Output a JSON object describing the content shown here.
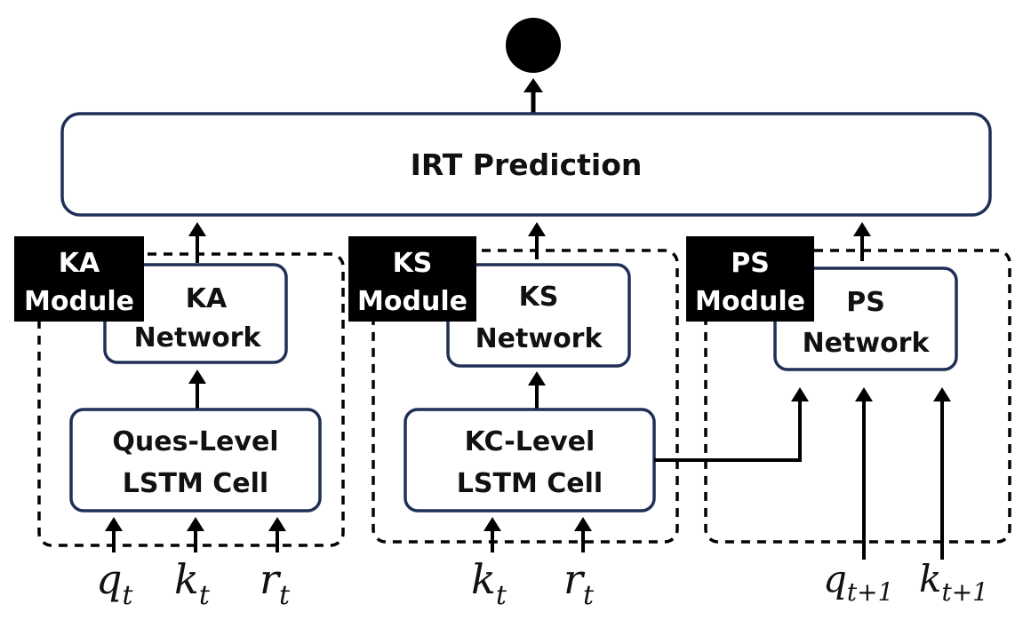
{
  "output": {
    "name": "prediction-output"
  },
  "irt": {
    "label": "IRT Prediction"
  },
  "modules": {
    "ka": {
      "tag_line1": "KA",
      "tag_line2": "Module",
      "network_line1": "KA",
      "network_line2": "Network",
      "cell_line1": "Ques-Level",
      "cell_line2": "LSTM Cell"
    },
    "ks": {
      "tag_line1": "KS",
      "tag_line2": "Module",
      "network_line1": "KS",
      "network_line2": "Network",
      "cell_line1": "KC-Level",
      "cell_line2": "LSTM Cell"
    },
    "ps": {
      "tag_line1": "PS",
      "tag_line2": "Module",
      "network_line1": "PS",
      "network_line2": "Network"
    }
  },
  "inputs": {
    "ka": [
      {
        "base": "q",
        "sub": "t"
      },
      {
        "base": "k",
        "sub": "t"
      },
      {
        "base": "r",
        "sub": "t"
      }
    ],
    "ks": [
      {
        "base": "k",
        "sub": "t"
      },
      {
        "base": "r",
        "sub": "t"
      }
    ],
    "ps": [
      {
        "base": "q",
        "sub": "t+1"
      },
      {
        "base": "k",
        "sub": "t+1"
      }
    ]
  },
  "colors": {
    "box_border": "#1f2f57",
    "tag_bg": "#000000",
    "stroke": "#000000"
  }
}
